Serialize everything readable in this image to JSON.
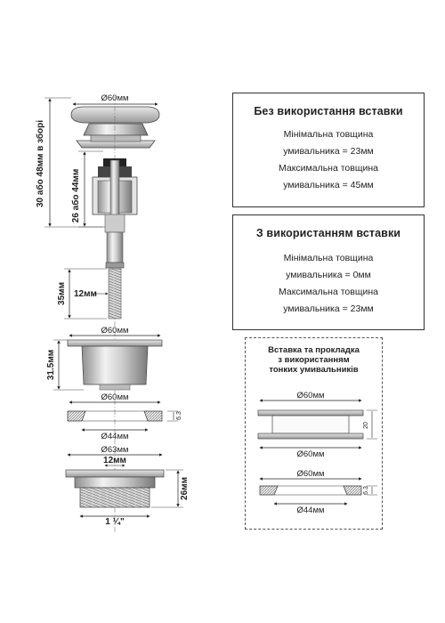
{
  "box_no_insert": {
    "title": "Без використання вставки",
    "line1": "Мінімальна товщина",
    "line2": "умивальника = 23мм",
    "line3": "Максимальна товщина",
    "line4": "умивальника = 45мм"
  },
  "box_with_insert": {
    "title": "З використанням вставки",
    "line1": "Мінімальна товщина",
    "line2": "умивальника = 0мм",
    "line3": "Максимальна товщина",
    "line4": "умивальника = 23мм"
  },
  "insert_box": {
    "title_line1": "Вставка та прокладка",
    "title_line2": "з використанням",
    "title_line3": "тонких умивальників",
    "dim_top_60": "Ø60мм",
    "dim_height_20": "20",
    "dim_bottom_60": "Ø60мм",
    "dim_gasket_60": "Ø60мм",
    "dim_gasket_h": "6.3",
    "dim_gasket_44": "Ø44мм"
  },
  "left_dims": {
    "cap_diameter": "Ø60мм",
    "total_height": "30 або 48мм в зборі",
    "mech_height": "26 або 44мм",
    "thread_diameter": "12мм",
    "thread_height": "35мм",
    "cup_diameter": "Ø60мм",
    "cup_height": "31.5мм",
    "cup_bottom_diameter": "Ø60мм",
    "gasket_inner": "Ø44мм",
    "gasket_height": "6.3",
    "body_diameter": "Ø63мм",
    "body_bore": "12мм",
    "body_height": "26мм",
    "body_thread": "1 ¼\""
  }
}
